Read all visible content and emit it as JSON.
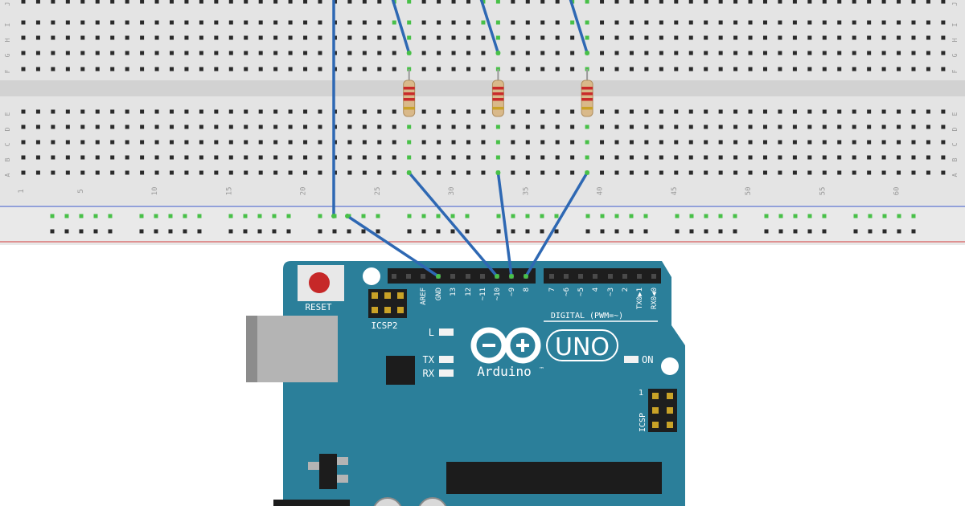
{
  "breadboard": {
    "row_letters_top": [
      "J",
      "I",
      "H",
      "G",
      "F"
    ],
    "row_letters_bottom": [
      "E",
      "D",
      "C",
      "B",
      "A"
    ],
    "column_numbers": [
      "1",
      "5",
      "10",
      "15",
      "20",
      "25",
      "30",
      "35",
      "40",
      "45",
      "50",
      "55",
      "60"
    ],
    "resistor_count": 3,
    "rail_wire_color": "#3a73b8",
    "rail_red_color": "#d23a3a",
    "rail_blue_color": "#3b56c9"
  },
  "arduino": {
    "board_color": "#2b7f9a",
    "reset_label": "RESET",
    "icsp2_label": "ICSP2",
    "icsp_label": "ICSP",
    "icsp_pin1_label": "1",
    "header_pins": [
      "AREF",
      "GND",
      "13",
      "12",
      "~11",
      "~10",
      "~9",
      "8"
    ],
    "header_pins_right": [
      "7",
      "~6",
      "~5",
      "4",
      "~3",
      "2",
      "TX0▶1",
      "RX0◀0"
    ],
    "digital_label": "DIGITAL (PWM=~)",
    "led_l": "L",
    "led_tx": "TX",
    "led_rx": "RX",
    "led_on": "ON",
    "logo_text": "UNO",
    "brand_text": "Arduino",
    "trademark": "™"
  },
  "wire_color": "#2e68b3"
}
